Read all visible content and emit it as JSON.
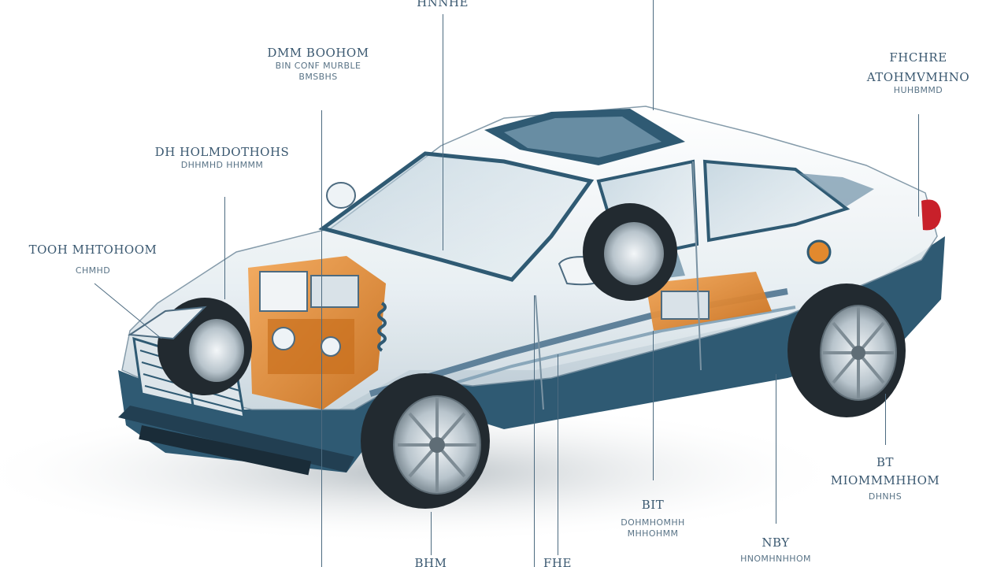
{
  "callouts": {
    "top_center": {
      "line1": "HNNHE",
      "line2": "",
      "line3": ""
    },
    "top_left": {
      "line1": "DMM BOOHOM",
      "line2": "BIN CONF MURBLE",
      "line3": "BMSBHS"
    },
    "mid_left": {
      "line1": "DH HOLMDOTHOHS",
      "line2": "DHHMHD HHMMM",
      "line3": ""
    },
    "left": {
      "line1": "TOOH MHTOHOOM",
      "line2": "CHMHD",
      "line3": ""
    },
    "top_right": {
      "line1": "FHCHRE",
      "line2": "ATOHMVMHNO",
      "line3": "HUHBMMD"
    },
    "right_bottom": {
      "line1": "BT",
      "line2": "MIOMMMHHOM",
      "line3": "DHNHS"
    },
    "bottom_center": {
      "line1": "BIT",
      "line2": "DOHMHOMHH",
      "line3": "MHHOHMM"
    },
    "bottom_right": {
      "line1": "NBY",
      "line2": "HNOMHNHHOM",
      "line3": ""
    },
    "bottom_left": {
      "line1": "BHM",
      "line2": "",
      "line3": ""
    },
    "bottom_mid": {
      "line1": "FHE",
      "line2": "",
      "line3": ""
    }
  },
  "colors": {
    "body_blue": "#2f5a73",
    "glass": "#6f92a8",
    "engine_orange": "#e2892e",
    "tire": "#222a30",
    "rim": "#c9d3da",
    "leader": "#4d6b80"
  }
}
